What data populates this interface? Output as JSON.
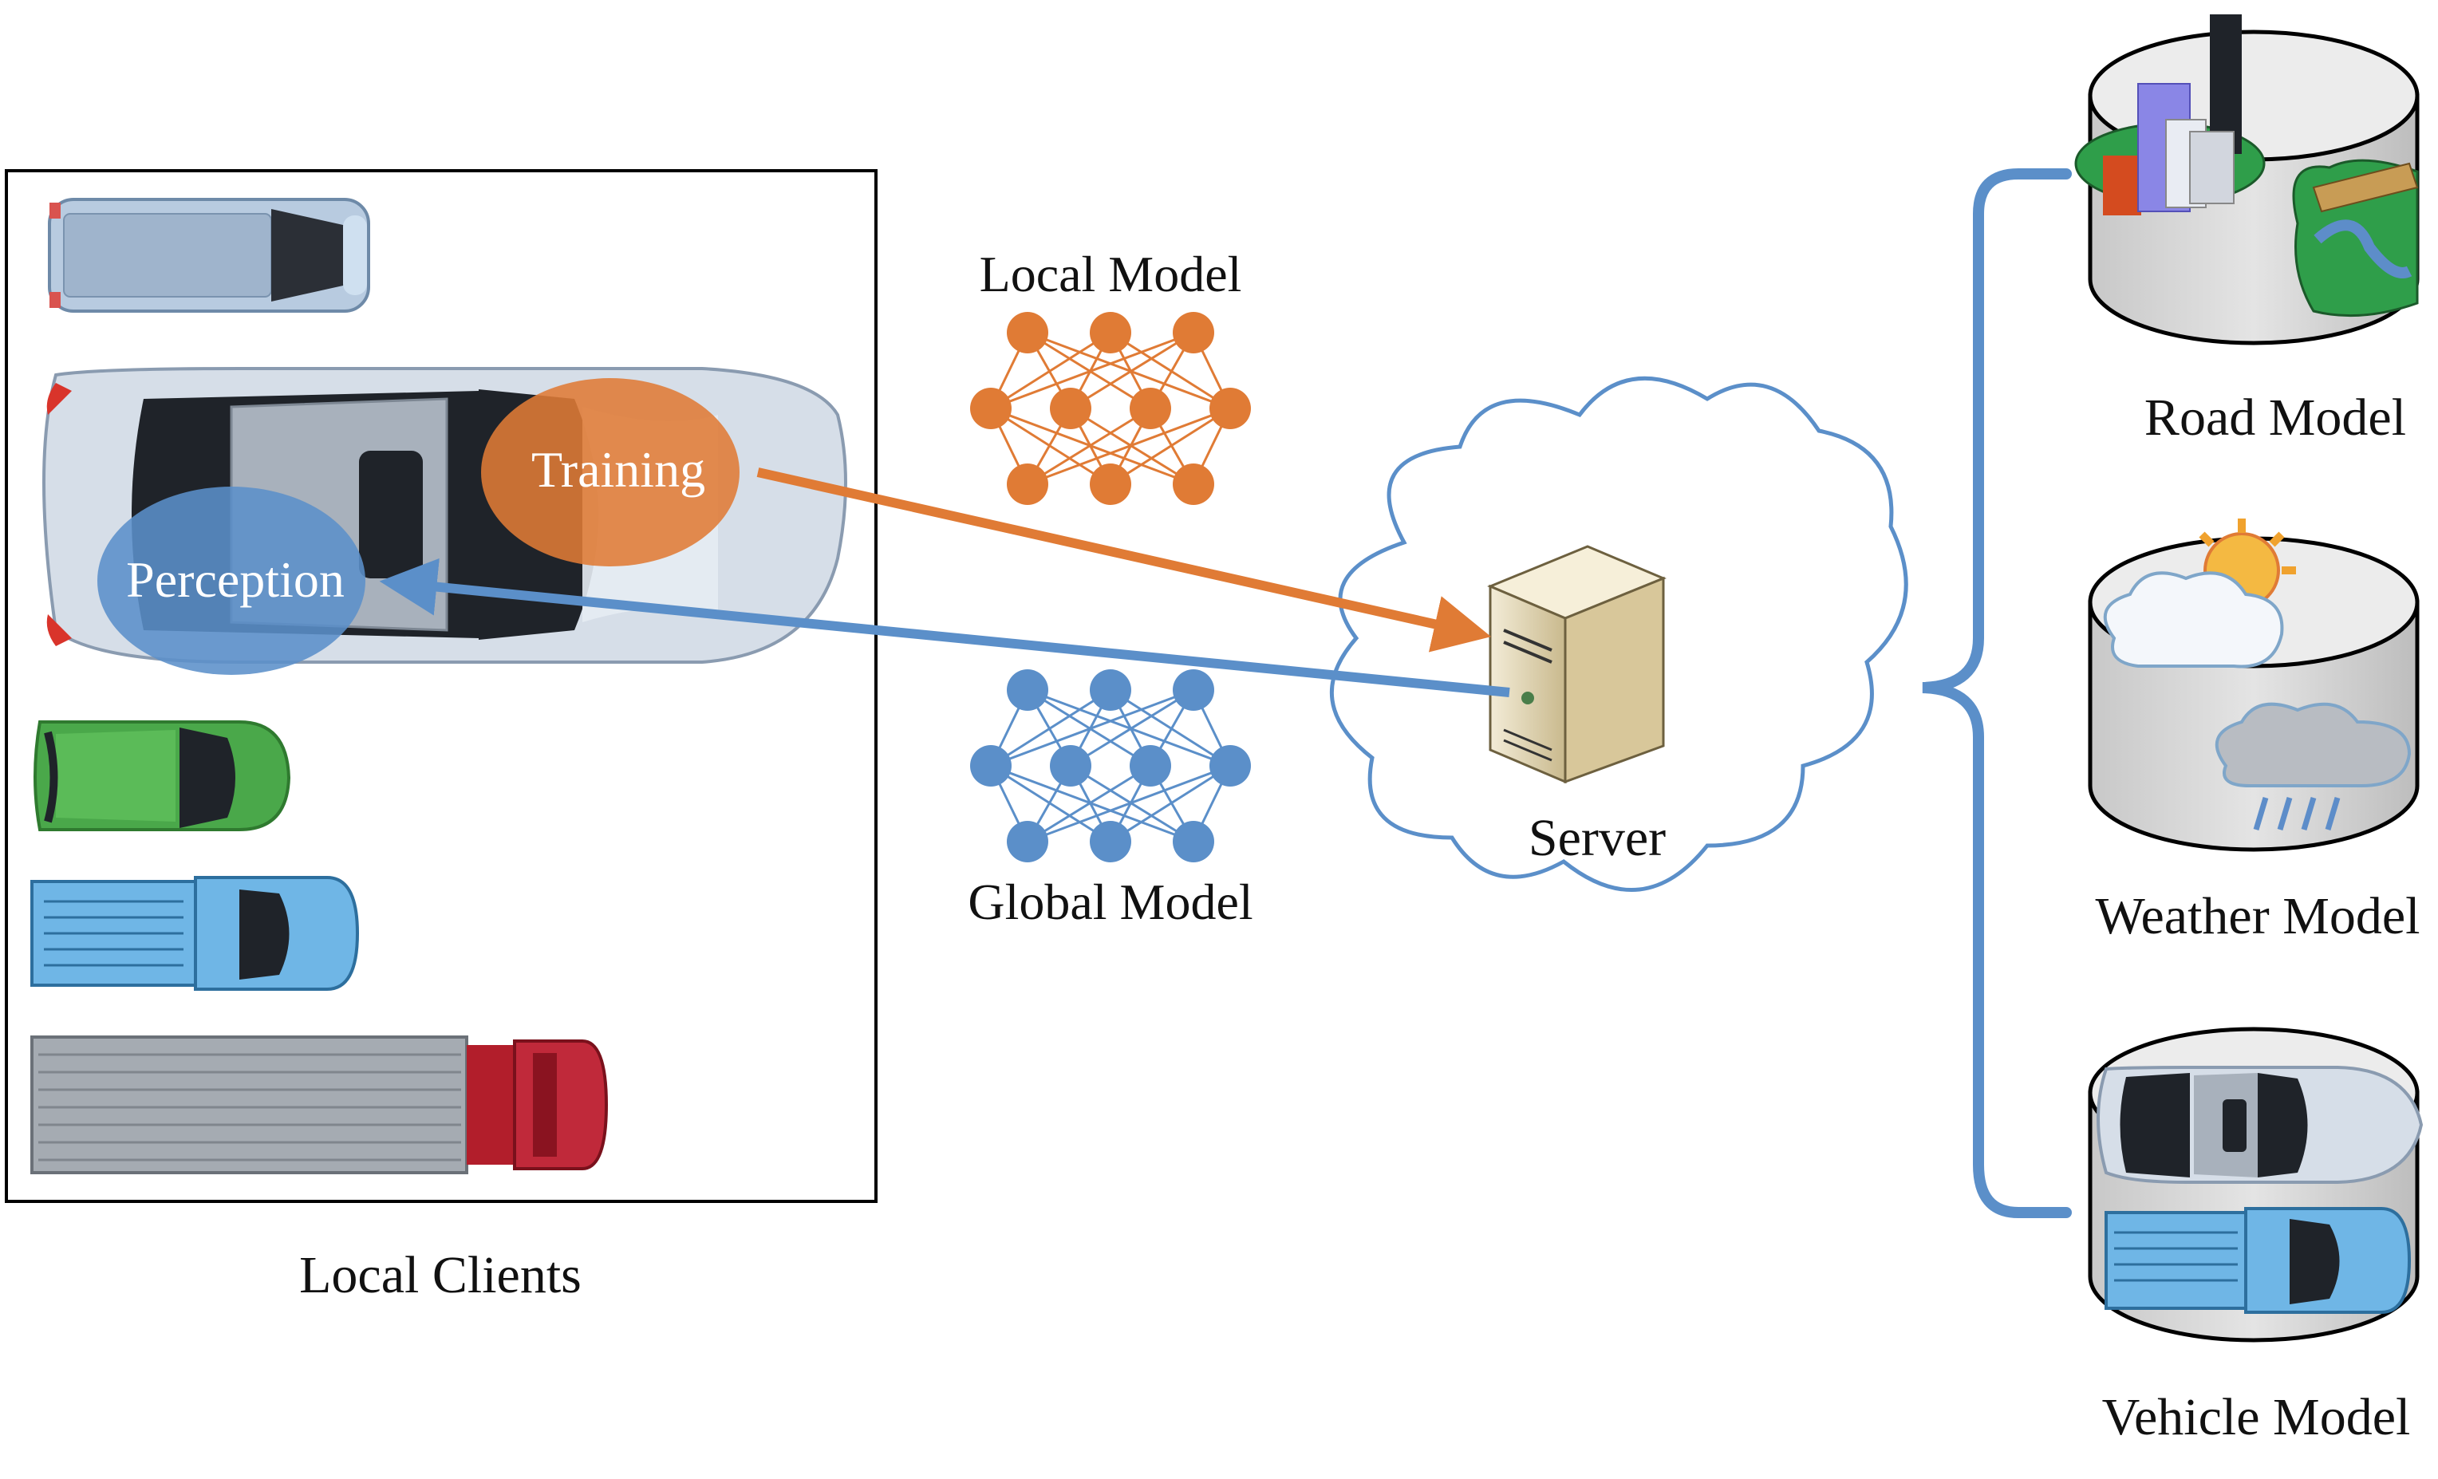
{
  "labels": {
    "local_clients": "Local Clients",
    "local_model": "Local Model",
    "global_model": "Global Model",
    "training": "Training",
    "perception": "Perception",
    "server": "Server",
    "road_model": "Road Model",
    "weather_model": "Weather Model",
    "vehicle_model": "Vehicle Model"
  },
  "colors": {
    "orange": "#E07B35",
    "blue": "#5B8FC9",
    "cloud_outline": "#5B8FC9",
    "brace": "#5B8FC9",
    "box_border": "#000000",
    "cylinder_fill": "#D6D6D6"
  },
  "icons": {
    "server": "server-tower-icon",
    "cloud": "cloud-icon",
    "road": "city-road-icon",
    "weather": "sun-cloud-rain-icon",
    "vehicle": "car-truck-icon"
  }
}
